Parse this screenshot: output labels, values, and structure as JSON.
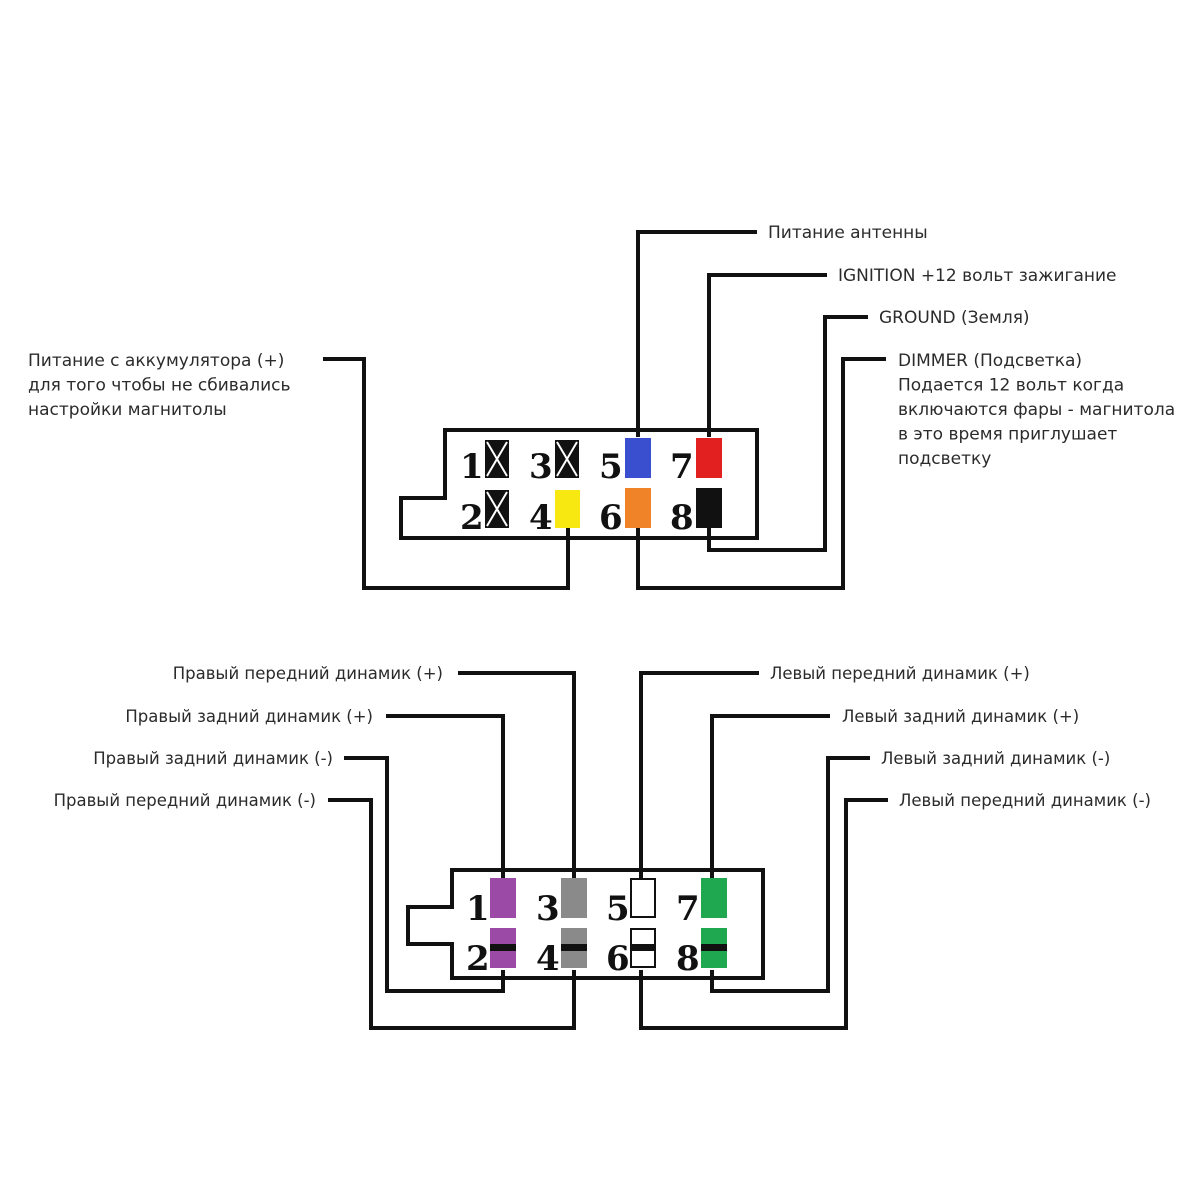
{
  "top_connector": {
    "pins": [
      {
        "num": "1",
        "color": "#111111",
        "state": "unused"
      },
      {
        "num": "2",
        "color": "#111111",
        "state": "unused"
      },
      {
        "num": "3",
        "color": "#111111",
        "state": "unused"
      },
      {
        "num": "4",
        "color": "#f7e812"
      },
      {
        "num": "5",
        "color": "#3a4fd0"
      },
      {
        "num": "6",
        "color": "#f08228"
      },
      {
        "num": "7",
        "color": "#e2201f"
      },
      {
        "num": "8",
        "color": "#111111"
      }
    ],
    "labels": {
      "antenna": "Питание антенны",
      "ignition": "IGNITION +12 вольт зажигание",
      "ground": "GROUND (Земля)",
      "dimmer": [
        "DIMMER (Подсветка)",
        "Подается 12 вольт когда",
        "включаются фары - магнитола",
        "в это время приглушает",
        "подсветку"
      ],
      "battery": [
        "Питание с аккумулятора (+)",
        "для того чтобы не сбивались",
        "настройки магнитолы"
      ]
    }
  },
  "bottom_connector": {
    "pins": [
      {
        "num": "1",
        "color": "#9b4aa6"
      },
      {
        "num": "2",
        "color": "#9b4aa6",
        "stripe": true
      },
      {
        "num": "3",
        "color": "#8a8a8a"
      },
      {
        "num": "4",
        "color": "#8a8a8a",
        "stripe": true
      },
      {
        "num": "5",
        "color": "#ffffff"
      },
      {
        "num": "6",
        "color": "#ffffff",
        "stripe": true
      },
      {
        "num": "7",
        "color": "#1fa84f"
      },
      {
        "num": "8",
        "color": "#1fa84f",
        "stripe": true
      }
    ],
    "labels": {
      "right_front_plus": "Правый передний динамик (+)",
      "right_rear_plus": "Правый задний динамик (+)",
      "right_rear_minus": "Правый задний динамик (-)",
      "right_front_minus": "Правый передний динамик (-)",
      "left_front_plus": "Левый передний динамик (+)",
      "left_rear_plus": "Левый задний динамик (+)",
      "left_rear_minus": "Левый задний динамик (-)",
      "left_front_minus": "Левый передний динамик (-)"
    }
  }
}
